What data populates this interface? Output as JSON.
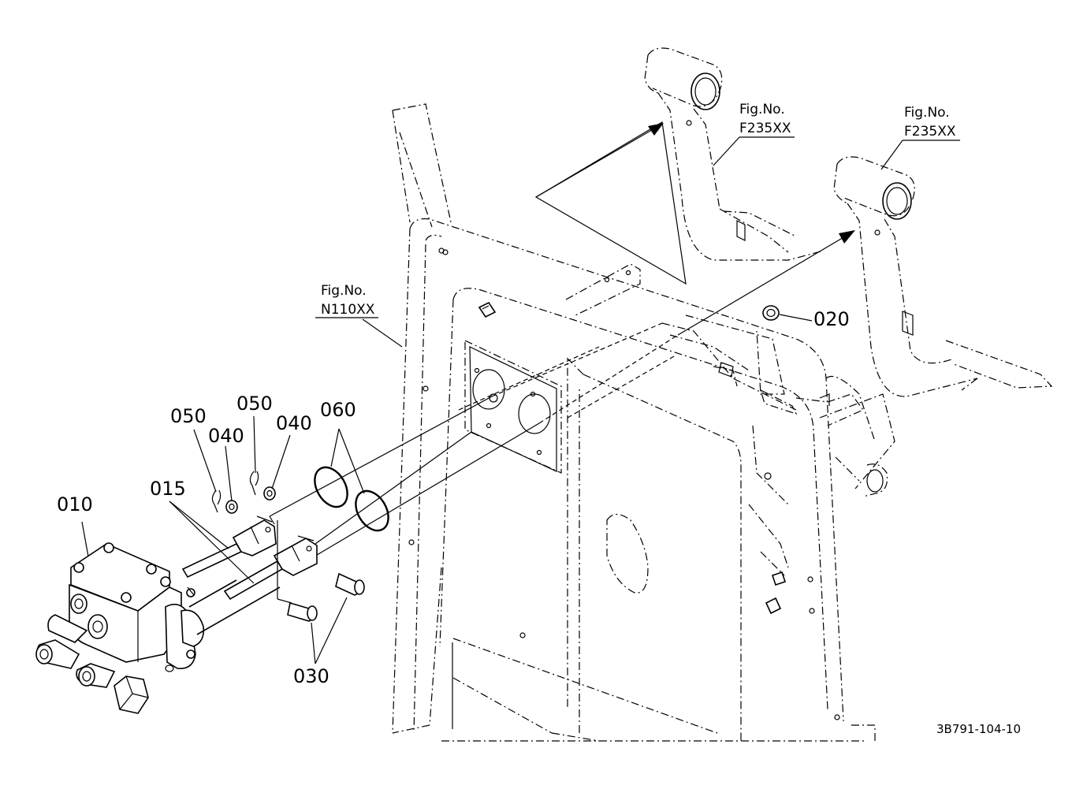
{
  "callouts": {
    "p010": "010",
    "p015": "015",
    "p020": "020",
    "p030": "030",
    "p040_left": "040",
    "p040_right": "040",
    "p050_left": "050",
    "p050_right": "050",
    "p060": "060"
  },
  "figure_refs": {
    "frame": {
      "line1": "Fig.No.",
      "line2": "N110XX"
    },
    "pedal_upper": {
      "line1": "Fig.No.",
      "line2": "F235XX"
    },
    "pedal_right": {
      "line1": "Fig.No.",
      "line2": "F235XX"
    }
  },
  "drawing_id": "3B791-104-10"
}
